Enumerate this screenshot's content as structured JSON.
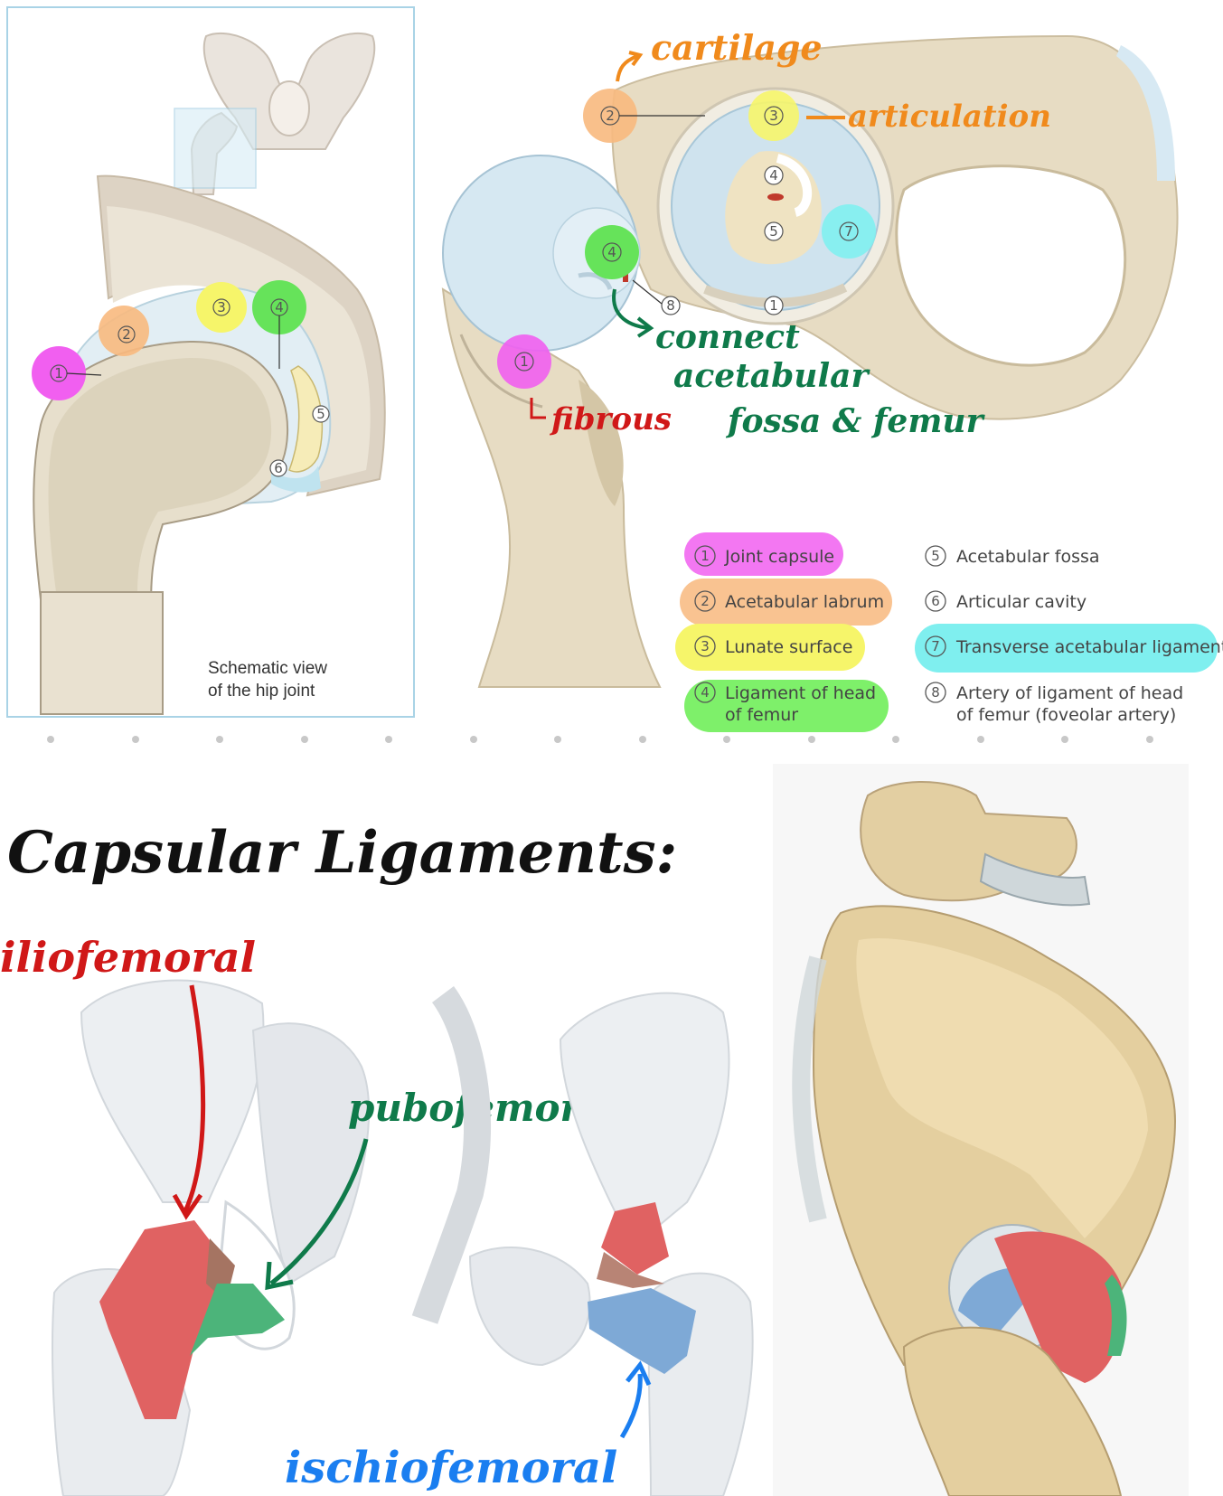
{
  "schematic": {
    "caption_line1": "Schematic view",
    "caption_line2": "of the hip joint",
    "markers": [
      "1",
      "2",
      "3",
      "4",
      "5",
      "6"
    ]
  },
  "detail": {
    "markers": [
      "1",
      "2",
      "3",
      "4",
      "5",
      "7",
      "4",
      "8",
      "1"
    ]
  },
  "annotations": {
    "cartilage": "cartilage",
    "articulation": "articulation",
    "fibrous": "fibrous",
    "connect_1": "connect",
    "connect_2": "acetabular",
    "connect_3": "fossa & femur"
  },
  "legend": [
    {
      "num": "1",
      "text": "Joint capsule",
      "highlight": "#f15ff0"
    },
    {
      "num": "2",
      "text": "Acetabular labrum",
      "highlight": "#f8b97e"
    },
    {
      "num": "3",
      "text": "Lunate surface",
      "highlight": "#f6f56a"
    },
    {
      "num": "4",
      "text": "Ligament of head",
      "text2": "of femur",
      "highlight": "#7ef06a"
    },
    {
      "num": "5",
      "text": "Acetabular fossa",
      "highlight": ""
    },
    {
      "num": "6",
      "text": "Articular cavity",
      "highlight": ""
    },
    {
      "num": "7",
      "text": "Transverse acetabular ligament",
      "highlight": "#7fefef"
    },
    {
      "num": "8",
      "text": "Artery of ligament of head",
      "text2": "of femur (foveolar artery)",
      "highlight": ""
    }
  ],
  "section_title": "Capsular Ligaments:",
  "ligaments": {
    "iliofemoral": "iliofemoral",
    "pubofemoral": "pubofemoral",
    "ischiofemoral": "ischiofemoral"
  },
  "colors": {
    "ink_orange": "#f08a1c",
    "ink_green": "#0f7a4a",
    "ink_red": "#d01818",
    "ink_blue": "#1a7ef0",
    "ink_black": "#111111",
    "bone": "#e9dcc0",
    "cartilage": "#cfe3ee",
    "lig_red": "#e06262",
    "lig_green": "#4cb47a",
    "lig_blue": "#7ea9d6"
  }
}
